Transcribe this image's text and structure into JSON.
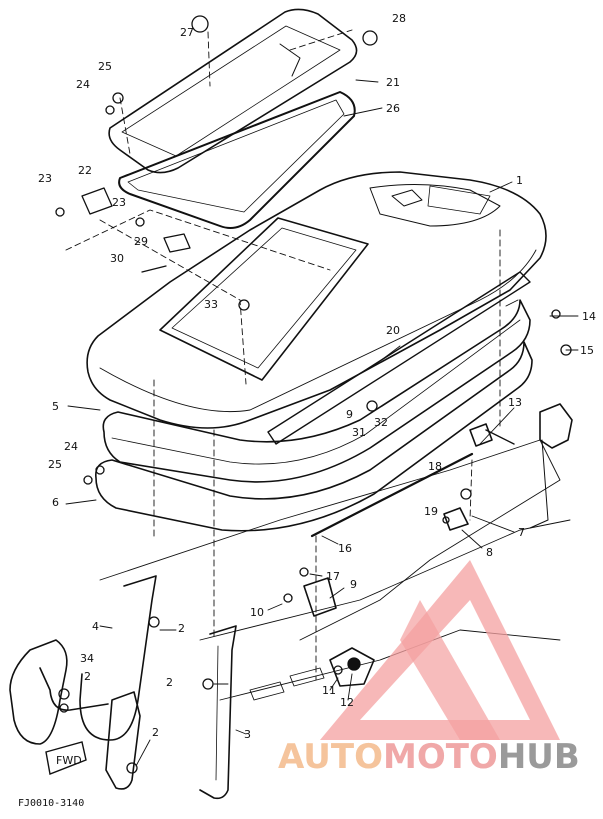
{
  "drawing_code": "FJ0010-3140",
  "front_marker": "FWD",
  "watermark": {
    "part1": "AUTO",
    "part2": "MOTO",
    "part3": "HUB",
    "color_light": "#f7c7a0",
    "color_mid": "#f0a0a0",
    "color_dark": "#9a9a9a"
  },
  "callouts": {
    "c1": "1",
    "c2a": "2",
    "c2b": "2",
    "c2c": "2",
    "c2d": "2",
    "c3": "3",
    "c4": "4",
    "c5": "5",
    "c6": "6",
    "c7": "7",
    "c8": "8",
    "c9a": "9",
    "c9b": "9",
    "c10": "10",
    "c11": "11",
    "c12": "12",
    "c13": "13",
    "c14": "14",
    "c15": "15",
    "c16": "16",
    "c17": "17",
    "c18": "18",
    "c19": "19",
    "c20": "20",
    "c21": "21",
    "c22": "22",
    "c23a": "23",
    "c23b": "23",
    "c24a": "24",
    "c24b": "24",
    "c25a": "25",
    "c25b": "25",
    "c26": "26",
    "c27": "27",
    "c28": "28",
    "c29": "29",
    "c30": "30",
    "c31": "31",
    "c32": "32",
    "c33": "33",
    "c34": "34"
  }
}
